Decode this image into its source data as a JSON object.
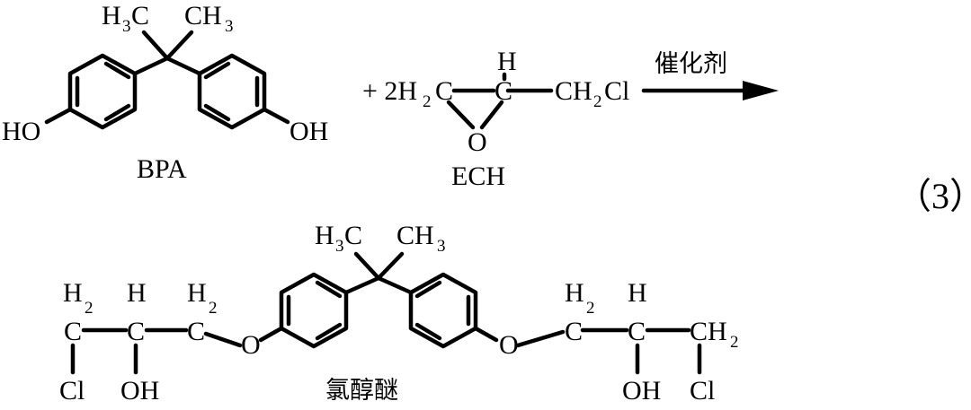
{
  "reaction": {
    "equation_number": "（3）",
    "arrow_label": "催化剂",
    "plus_reagent": "+ 2H",
    "reactant1": {
      "name": "BPA",
      "left_hydroxyl": "HO",
      "right_hydroxyl": "OH",
      "methyl_left_h3": "H",
      "methyl_left_sub": "3",
      "methyl_left_c": "C",
      "methyl_right_ch": "CH",
      "methyl_right_sub": "3"
    },
    "reactant2": {
      "name": "ECH",
      "ch2_left_h": "H",
      "ch2_left_sub": "2",
      "ch2_left_c": "C",
      "ch_h": "H",
      "ch_c": "C",
      "ring_oxygen": "O",
      "ch2cl_ch": "CH",
      "ch2cl_sub": "2",
      "ch2cl_cl": "Cl"
    },
    "product": {
      "name": "氯醇醚",
      "methyl_left_h3": "H",
      "methyl_left_sub": "3",
      "methyl_left_c": "C",
      "methyl_right_ch": "CH",
      "methyl_right_sub": "3",
      "left_chain": {
        "c1_h": "H",
        "c1_sub": "2",
        "c1_c": "C",
        "c1_cl": "Cl",
        "c2_h": "H",
        "c2_c": "C",
        "c2_oh": "OH",
        "c3_h": "H",
        "c3_sub": "2",
        "c3_c": "C",
        "ether_o": "O"
      },
      "right_chain": {
        "ether_o": "O",
        "c1_h": "H",
        "c1_sub": "2",
        "c1_c": "C",
        "c2_h": "H",
        "c2_c": "C",
        "c2_oh": "OH",
        "c3_ch": "CH",
        "c3_sub": "2",
        "c3_cl": "Cl"
      }
    }
  }
}
